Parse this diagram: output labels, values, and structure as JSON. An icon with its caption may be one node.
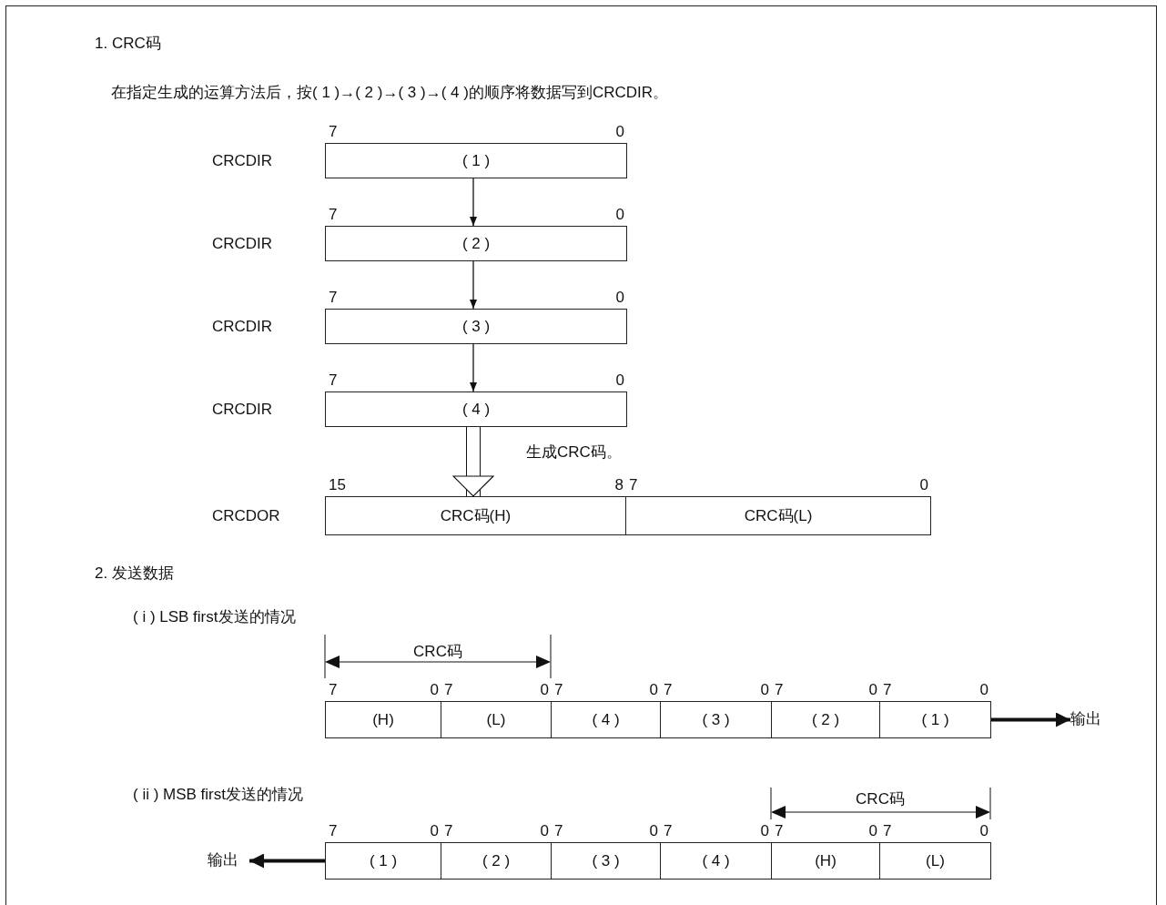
{
  "diagram": {
    "nodes": [
      {
        "text": [
          "( 1 )"
        ],
        "beside": [
          "CRCDIR",
          "7",
          "0"
        ]
      },
      {
        "text": [
          "( 2 )"
        ],
        "beside": [
          "CRCDIR",
          "7",
          "0"
        ]
      },
      {
        "text": [
          "( 3 )"
        ],
        "beside": [
          "CRCDIR",
          "7",
          "0"
        ]
      },
      {
        "text": [
          "( 4 )"
        ],
        "beside": [
          "CRCDIR",
          "7",
          "0"
        ]
      },
      {
        "text": [
          "CRC码(H)"
        ],
        "beside": [
          "CRCDOR",
          "15",
          "8"
        ]
      },
      {
        "text": [
          "CRC码(L)"
        ],
        "beside": [
          "7",
          "0"
        ]
      },
      {
        "text": [
          "(H)"
        ],
        "beside": [
          "7",
          "0"
        ]
      },
      {
        "text": [
          "(L)"
        ],
        "beside": [
          "7",
          "0"
        ]
      },
      {
        "text": [
          "( 4 )"
        ],
        "beside": [
          "7",
          "0"
        ]
      },
      {
        "text": [
          "( 3 )"
        ],
        "beside": [
          "7",
          "0"
        ]
      },
      {
        "text": [
          "( 2 )"
        ],
        "beside": [
          "7",
          "0"
        ]
      },
      {
        "text": [
          "( 1 )"
        ],
        "beside": [
          "7",
          "0"
        ]
      },
      {
        "text": [
          "输出"
        ]
      },
      {
        "text": [
          "输出"
        ]
      },
      {
        "text": [
          "( 1 )"
        ],
        "beside": [
          "7",
          "0"
        ]
      },
      {
        "text": [
          "( 2 )"
        ],
        "beside": [
          "7",
          "0"
        ]
      },
      {
        "text": [
          "( 3 )"
        ],
        "beside": [
          "7",
          "0"
        ]
      },
      {
        "text": [
          "( 4 )"
        ],
        "beside": [
          "7",
          "0"
        ]
      },
      {
        "text": [
          "(H)"
        ],
        "beside": [
          "7",
          "0"
        ]
      },
      {
        "text": [
          "(L)"
        ],
        "beside": [
          "7",
          "0"
        ]
      }
    ],
    "edges": [
      {
        "from": 0,
        "to": 1,
        "arrow": "to"
      },
      {
        "from": 1,
        "to": 2,
        "arrow": "to"
      },
      {
        "from": 2,
        "to": 3,
        "arrow": "to"
      },
      {
        "from": 3,
        "to": 4,
        "arrow": "to",
        "label": "生成CRC码。"
      },
      {
        "from": 11,
        "to": 12,
        "arrow": "to",
        "style": "thick"
      },
      {
        "from": 14,
        "to": 13,
        "arrow": "to",
        "style": "thick"
      }
    ],
    "labels": [
      "1. CRC码",
      "在指定生成的运算方法后，按( 1 )→( 2 )→( 3 )→( 4 )的顺序将数据写到CRCDIR。",
      "2. 发送数据",
      "( i ) LSB first发送的情况",
      "CRC码",
      "( ii ) MSB first发送的情况",
      "CRC码"
    ]
  }
}
